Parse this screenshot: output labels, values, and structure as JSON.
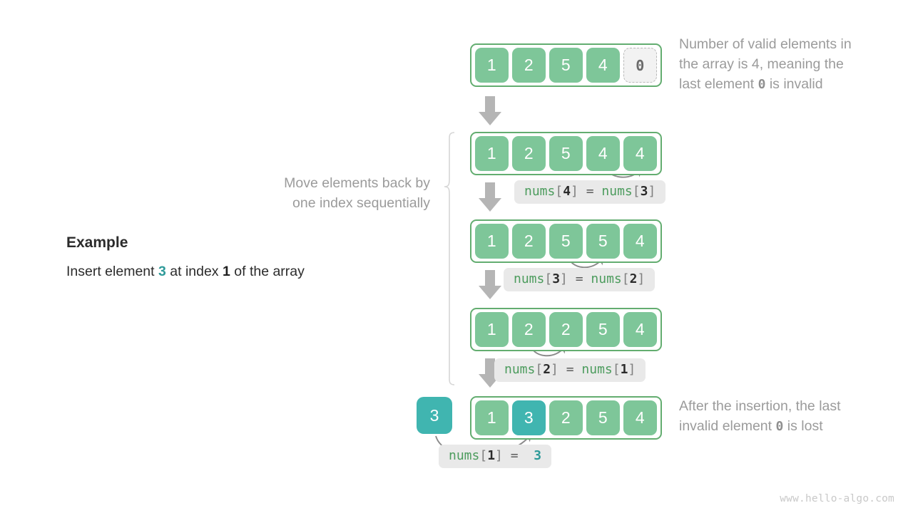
{
  "watermark": "www.hello-algo.com",
  "example": {
    "title": "Example",
    "line_prefix": "Insert element ",
    "value": "3",
    "line_mid": " at index ",
    "index": "1",
    "line_suffix": " of the array"
  },
  "notes": {
    "top_line1": "Number of valid elements in",
    "top_line2": "the array is 4, meaning the",
    "top_line3_prefix": "last element ",
    "top_line3_value": "0",
    "top_line3_suffix": " is invalid",
    "middle_line1": "Move elements back by",
    "middle_line2": "one index sequentially",
    "bottom_line1": "After the insertion, the last",
    "bottom_line2_prefix": "invalid element ",
    "bottom_line2_value": "0",
    "bottom_line2_suffix": " is lost"
  },
  "steps": [
    {
      "id": "step-0",
      "cells": [
        {
          "value": "1",
          "style": "green"
        },
        {
          "value": "2",
          "style": "green"
        },
        {
          "value": "5",
          "style": "green"
        },
        {
          "value": "4",
          "style": "green"
        },
        {
          "value": "0",
          "style": "empty"
        }
      ]
    },
    {
      "id": "step-1",
      "cells": [
        {
          "value": "1",
          "style": "green"
        },
        {
          "value": "2",
          "style": "green"
        },
        {
          "value": "5",
          "style": "green"
        },
        {
          "value": "4",
          "style": "green"
        },
        {
          "value": "4",
          "style": "green"
        }
      ]
    },
    {
      "id": "step-2",
      "cells": [
        {
          "value": "1",
          "style": "green"
        },
        {
          "value": "2",
          "style": "green"
        },
        {
          "value": "5",
          "style": "green"
        },
        {
          "value": "5",
          "style": "green"
        },
        {
          "value": "4",
          "style": "green"
        }
      ]
    },
    {
      "id": "step-3",
      "cells": [
        {
          "value": "1",
          "style": "green"
        },
        {
          "value": "2",
          "style": "green"
        },
        {
          "value": "2",
          "style": "green"
        },
        {
          "value": "5",
          "style": "green"
        },
        {
          "value": "4",
          "style": "green"
        }
      ]
    },
    {
      "id": "step-4",
      "cells": [
        {
          "value": "1",
          "style": "green"
        },
        {
          "value": "3",
          "style": "teal"
        },
        {
          "value": "2",
          "style": "green"
        },
        {
          "value": "5",
          "style": "green"
        },
        {
          "value": "4",
          "style": "green"
        }
      ]
    }
  ],
  "inserted_tile": {
    "value": "3"
  },
  "code_labels": [
    {
      "id": "code-1",
      "name": "nums",
      "lb": "[",
      "index": "4",
      "rb": "]",
      "eq": "=",
      "rhs_name": "nums",
      "rhs_lb": "[",
      "rhs_index": "3",
      "rhs_rb": "]"
    },
    {
      "id": "code-2",
      "name": "nums",
      "lb": "[",
      "index": "3",
      "rb": "]",
      "eq": "=",
      "rhs_name": "nums",
      "rhs_lb": "[",
      "rhs_index": "2",
      "rhs_rb": "]"
    },
    {
      "id": "code-3",
      "name": "nums",
      "lb": "[",
      "index": "2",
      "rb": "]",
      "eq": "=",
      "rhs_name": "nums",
      "rhs_lb": "[",
      "rhs_index": "1",
      "rhs_rb": "]"
    },
    {
      "id": "code-4",
      "name": "nums",
      "lb": "[",
      "index": "1",
      "rb": "]",
      "eq": "=",
      "rhs_value": "3"
    }
  ],
  "colors": {
    "green_fill": "#7ec699",
    "green_border": "#63ad70",
    "teal": "#40b5b0",
    "arrow_gray": "#b5b5b5",
    "chip_bg": "#e9e9e9",
    "note_gray": "#9b9b9b",
    "code_green": "#4d9c5e"
  }
}
